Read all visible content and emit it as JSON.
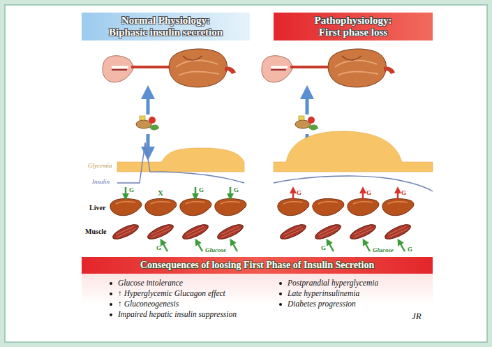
{
  "diagram": {
    "nodes": [
      {
        "text": [
          "Normal Physiology:",
          "Biphasic insulin secretion"
        ]
      },
      {
        "text": [
          "Pathophysiology:",
          "First phase loss"
        ]
      },
      {
        "text": [
          "Consequences of loosing First Phase of Insulin Secretion",
          "Glucose intolerance",
          "↑ Hyperglycemic Glucagon effect",
          "↑ Gluconeogenesis",
          "Impaired hepatic insulin suppression",
          "Postprandial hyperglycemia",
          "Late hyperinsulinemia",
          "Diabetes progression"
        ]
      }
    ],
    "labels": [
      "Glycemia",
      "Insulin",
      "Liver",
      "Muscle",
      "G",
      "X",
      "G",
      "G",
      "G",
      "Glucose",
      "G",
      "G",
      "G",
      "G",
      "Glucose",
      "G",
      "JR"
    ]
  }
}
